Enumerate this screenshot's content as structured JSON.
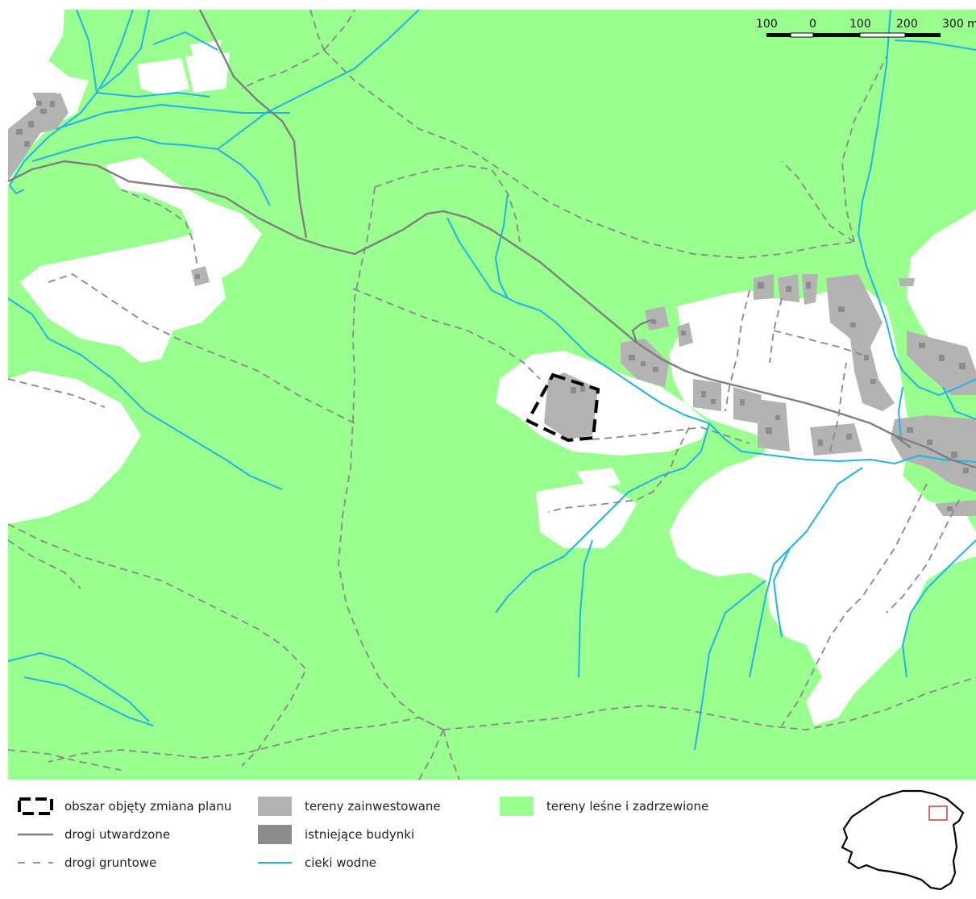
{
  "scale_bar": {
    "ticks": [
      "100",
      "0",
      "100",
      "200",
      "300 m"
    ]
  },
  "legend": {
    "items": [
      {
        "id": "plan_area",
        "label": "obszar objęty zmiana planu"
      },
      {
        "id": "paved_roads",
        "label": "drogi utwardzone"
      },
      {
        "id": "dirt_roads",
        "label": "drogi gruntowe"
      },
      {
        "id": "developed",
        "label": "tereny zainwestowane"
      },
      {
        "id": "buildings",
        "label": "istniejące budynki"
      },
      {
        "id": "watercourses",
        "label": "cieki wodne"
      },
      {
        "id": "forest",
        "label": "tereny leśne i zadrzewione"
      }
    ]
  },
  "colors": {
    "forest": "#99ff8f",
    "open_land": "#ffffff",
    "developed": "#b3b3b3",
    "buildings": "#8c8c8c",
    "paved_road": "#7f7f7f",
    "dirt_road": "#888888",
    "water": "#1fb4e6",
    "plan_area": "#000000",
    "locator_box": "#d23c3c"
  }
}
